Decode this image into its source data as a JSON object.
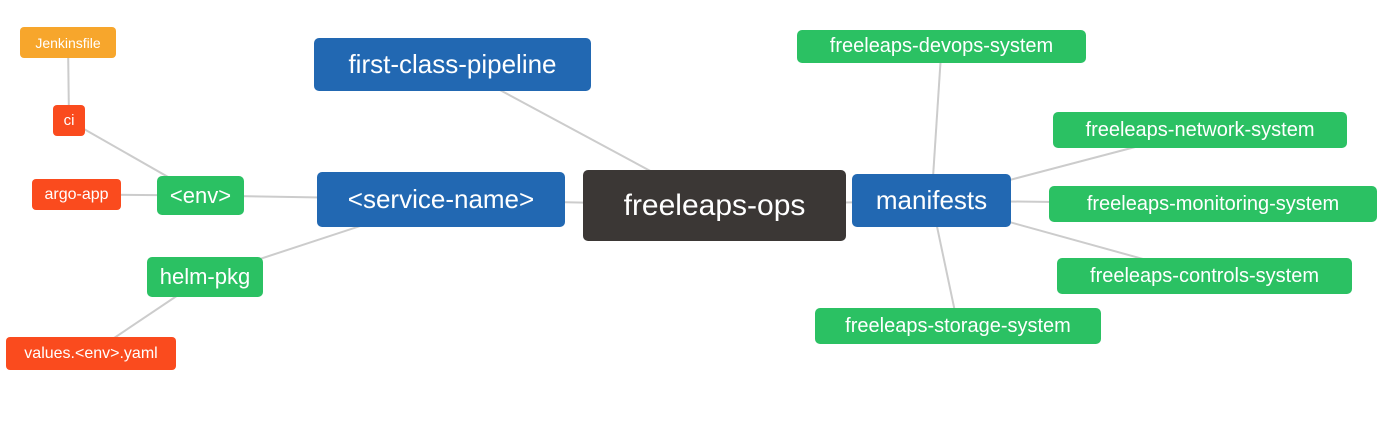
{
  "diagram": {
    "type": "mindmap",
    "root": "freeleaps-ops"
  },
  "palette": {
    "blue": "#2268B2",
    "green": "#2BC163",
    "red": "#FA4B1E",
    "orange": "#F7A62C",
    "dark": "#3B3735",
    "edge": "#CCCCCC",
    "text": "#FFFFFF",
    "background": "#FFFFFF"
  },
  "nodes": {
    "jenkinsfile": {
      "label": "Jenkinsfile",
      "color": "orange"
    },
    "ci": {
      "label": "ci",
      "color": "red"
    },
    "argo_app": {
      "label": "argo-app",
      "color": "red"
    },
    "env": {
      "label": "<env>",
      "color": "green"
    },
    "helm_pkg": {
      "label": "helm-pkg",
      "color": "green"
    },
    "values_yaml": {
      "label": "values.<env>.yaml",
      "color": "red"
    },
    "first_class_pipeline": {
      "label": "first-class-pipeline",
      "color": "blue"
    },
    "service_name": {
      "label": "<service-name>",
      "color": "blue"
    },
    "freeleaps_ops": {
      "label": "freeleaps-ops",
      "color": "dark"
    },
    "manifests": {
      "label": "manifests",
      "color": "blue"
    },
    "devops_system": {
      "label": "freeleaps-devops-system",
      "color": "green"
    },
    "network_system": {
      "label": "freeleaps-network-system",
      "color": "green"
    },
    "monitoring_system": {
      "label": "freeleaps-monitoring-system",
      "color": "green"
    },
    "controls_system": {
      "label": "freeleaps-controls-system",
      "color": "green"
    },
    "storage_system": {
      "label": "freeleaps-storage-system",
      "color": "green"
    }
  },
  "edges": [
    {
      "from": "jenkinsfile",
      "to": "ci"
    },
    {
      "from": "ci",
      "to": "env"
    },
    {
      "from": "argo_app",
      "to": "env"
    },
    {
      "from": "env",
      "to": "service_name"
    },
    {
      "from": "helm_pkg",
      "to": "service_name"
    },
    {
      "from": "values_yaml",
      "to": "helm_pkg"
    },
    {
      "from": "service_name",
      "to": "freeleaps_ops"
    },
    {
      "from": "first_class_pipeline",
      "to": "freeleaps_ops"
    },
    {
      "from": "freeleaps_ops",
      "to": "manifests"
    },
    {
      "from": "manifests",
      "to": "devops_system"
    },
    {
      "from": "manifests",
      "to": "network_system"
    },
    {
      "from": "manifests",
      "to": "monitoring_system"
    },
    {
      "from": "manifests",
      "to": "controls_system"
    },
    {
      "from": "manifests",
      "to": "storage_system"
    }
  ]
}
